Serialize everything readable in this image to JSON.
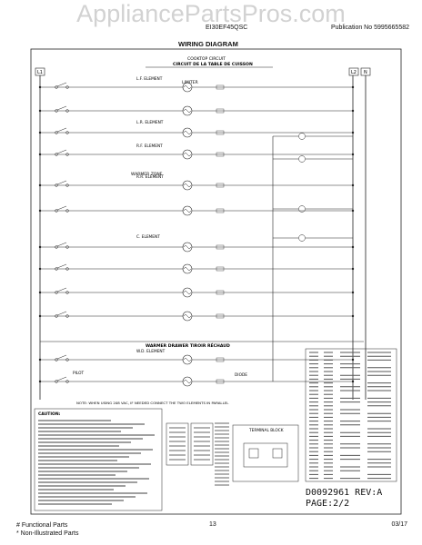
{
  "watermark": "AppliancePartsPros.com",
  "header": {
    "model": "EI30EF45QSC",
    "publication": "Publication No  5995665582",
    "title": "WIRING DIAGRAM"
  },
  "diagram": {
    "cooktop_circuit": "COOKTOP CIRCUIT",
    "cooktop_circuit_fr": "CIRCUIT DE LA TABLE DE CUISSON",
    "warmer_drawer": "WARMER DRAWER TIROIR RÉCHAUD",
    "limiter": "LIMITER",
    "warmer_zone": "WARMER ZONE",
    "pilot": "PILOT",
    "diode": "DIODE",
    "l1": "L1",
    "l2": "L2",
    "n": "N",
    "note": "NOTE: WHEN USING 208 VAC, IF NEEDED CONNECT THE TWO ELEMENTS IN PARALLEL",
    "caution": "CAUTION:",
    "terminal_block": "TERMINAL BLOCK",
    "elements": [
      "L.F. ELEMENT",
      "L.R. ELEMENT",
      "R.F. ELEMENT",
      "R.R. ELEMENT",
      "C. ELEMENT",
      "W.D. ELEMENT"
    ]
  },
  "doc": {
    "number": "D0092961 REV:A",
    "page": "PAGE:2/2"
  },
  "footer": {
    "functional": "# Functional Parts",
    "non_illustrated": "* Non-Illustrated Parts",
    "page_number": "13",
    "date": "03/17"
  }
}
